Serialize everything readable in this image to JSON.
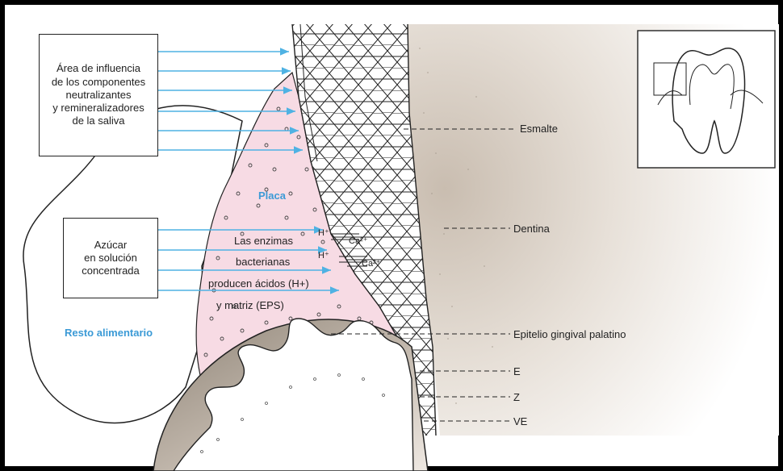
{
  "labels": {
    "box_influence": [
      "Área de influencia",
      "de los componentes",
      "neutralizantes",
      "y remineralizadores",
      "de la saliva"
    ],
    "box_sugar": [
      "Azúcar",
      "en solución",
      "concentrada"
    ],
    "placa": "Placa",
    "resto": "Resto alimentario",
    "enzymes": [
      "Las enzimas",
      "bacterianas",
      "producen ácidos (H+)",
      "y matriz (EPS)"
    ],
    "hplus_1": "H⁺",
    "hplus_2": "H⁺",
    "ca_1": "Ca²⁺",
    "ca_2": "Ca²⁺",
    "right": {
      "esmalte": "Esmalte",
      "dentina": "Dentina",
      "epitelio": "Epitelio gingival palatino",
      "e": "E",
      "z": "Z",
      "ve": "VE"
    }
  },
  "colors": {
    "arrow_blue": "#4fb2e3",
    "label_blue": "#3b9ad6",
    "plaque_pink": "#f7dbe4"
  }
}
